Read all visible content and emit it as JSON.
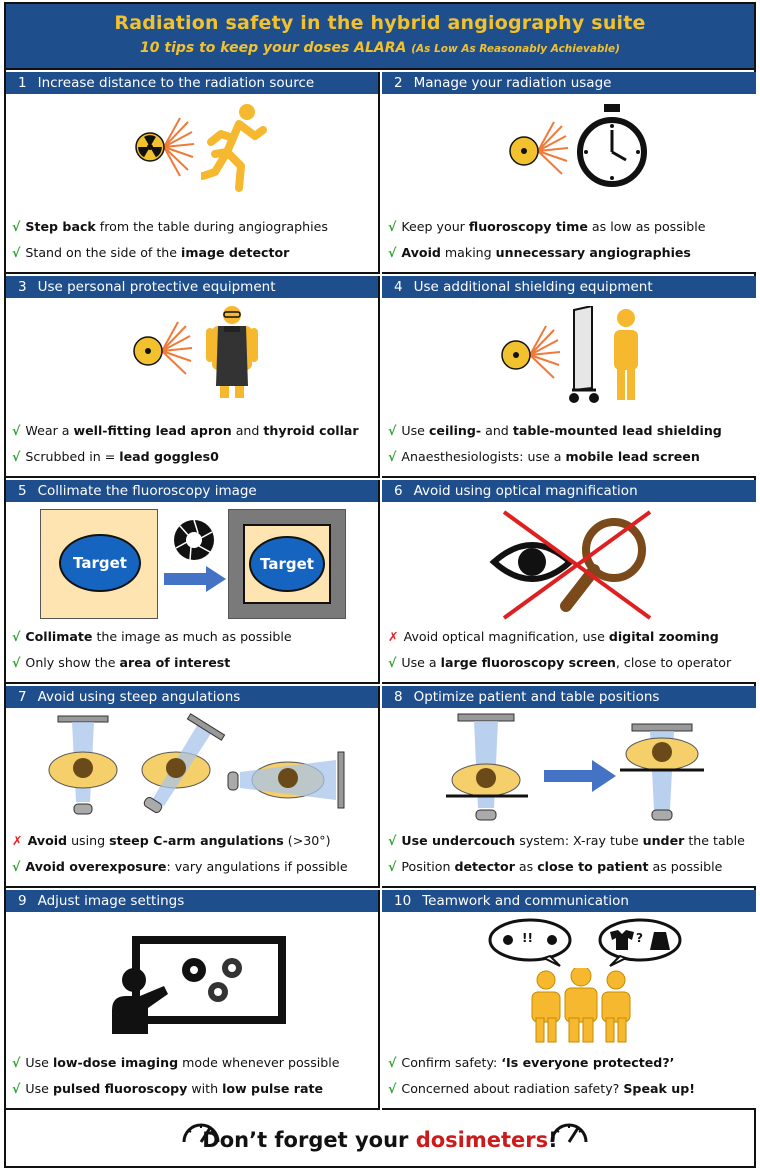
{
  "header": {
    "title": "Radiation safety in the hybrid angiography suite",
    "subtitle": "10 tips to keep your doses ALARA",
    "subtitle_small": "(As Low As Reasonably Achievable)"
  },
  "panels": [
    {
      "num": "1",
      "title": "Increase distance to the radiation source",
      "tips": [
        {
          "mark": "check",
          "parts": [
            [
              "Step back",
              true
            ],
            [
              " from the table during angiographies",
              false
            ]
          ]
        },
        {
          "mark": "check",
          "parts": [
            [
              "Stand on the side of the ",
              false
            ],
            [
              "image detector",
              true
            ]
          ]
        }
      ]
    },
    {
      "num": "2",
      "title": "Manage your radiation usage",
      "tips": [
        {
          "mark": "check",
          "parts": [
            [
              "Keep your ",
              false
            ],
            [
              "fluoroscopy time",
              true
            ],
            [
              " as low as possible",
              false
            ]
          ]
        },
        {
          "mark": "check",
          "parts": [
            [
              "Avoid",
              true
            ],
            [
              " making ",
              false
            ],
            [
              "unnecessary angiographies",
              true
            ]
          ]
        }
      ]
    },
    {
      "num": "3",
      "title": "Use personal protective equipment",
      "tips": [
        {
          "mark": "check",
          "parts": [
            [
              "Wear a ",
              false
            ],
            [
              "well-fitting lead apron",
              true
            ],
            [
              " and ",
              false
            ],
            [
              "thyroid collar",
              true
            ]
          ]
        },
        {
          "mark": "check",
          "parts": [
            [
              "Scrubbed in = ",
              false
            ],
            [
              "lead goggles0",
              true
            ]
          ]
        }
      ]
    },
    {
      "num": "4",
      "title": "Use additional shielding equipment",
      "tips": [
        {
          "mark": "check",
          "parts": [
            [
              "Use ",
              false
            ],
            [
              "ceiling-",
              true
            ],
            [
              " and ",
              false
            ],
            [
              "table-mounted lead shielding",
              true
            ]
          ]
        },
        {
          "mark": "check",
          "parts": [
            [
              "Anaesthesiologists: use a ",
              false
            ],
            [
              "mobile lead screen",
              true
            ]
          ]
        }
      ]
    },
    {
      "num": "5",
      "title": "Collimate the fluoroscopy image",
      "target_label": "Target",
      "tips": [
        {
          "mark": "check",
          "parts": [
            [
              "Collimate",
              true
            ],
            [
              " the image as much as possible",
              false
            ]
          ]
        },
        {
          "mark": "check",
          "parts": [
            [
              "Only show the ",
              false
            ],
            [
              "area of interest",
              true
            ]
          ]
        }
      ]
    },
    {
      "num": "6",
      "title": "Avoid using optical magnification",
      "tips": [
        {
          "mark": "cross",
          "parts": [
            [
              "Avoid optical magnification, use ",
              false
            ],
            [
              "digital zooming",
              true
            ]
          ]
        },
        {
          "mark": "check",
          "parts": [
            [
              "Use a ",
              false
            ],
            [
              "large fluoroscopy screen",
              true
            ],
            [
              ", close to operator",
              false
            ]
          ]
        }
      ]
    },
    {
      "num": "7",
      "title": "Avoid using steep angulations",
      "tips": [
        {
          "mark": "cross",
          "parts": [
            [
              "Avoid",
              true
            ],
            [
              " using ",
              false
            ],
            [
              "steep C-arm angulations",
              true
            ],
            [
              " (>30°)",
              false
            ]
          ]
        },
        {
          "mark": "check",
          "parts": [
            [
              "Avoid overexposure",
              true
            ],
            [
              ": vary angulations if possible",
              false
            ]
          ]
        }
      ]
    },
    {
      "num": "8",
      "title": "Optimize patient and table positions",
      "tips": [
        {
          "mark": "check",
          "parts": [
            [
              "Use undercouch",
              true
            ],
            [
              " system: X-ray tube ",
              false
            ],
            [
              "under",
              true
            ],
            [
              " the table",
              false
            ]
          ]
        },
        {
          "mark": "check",
          "parts": [
            [
              "Position ",
              false
            ],
            [
              "detector",
              true
            ],
            [
              " as ",
              false
            ],
            [
              "close to patient",
              true
            ],
            [
              " as possible",
              false
            ]
          ]
        }
      ]
    },
    {
      "num": "9",
      "title": "Adjust image settings",
      "tips": [
        {
          "mark": "check",
          "parts": [
            [
              "Use ",
              false
            ],
            [
              "low-dose imaging",
              true
            ],
            [
              " mode whenever possible",
              false
            ]
          ]
        },
        {
          "mark": "check",
          "parts": [
            [
              "Use ",
              false
            ],
            [
              "pulsed fluoroscopy",
              true
            ],
            [
              " with ",
              false
            ],
            [
              "low pulse rate",
              true
            ]
          ]
        }
      ]
    },
    {
      "num": "10",
      "title": "Teamwork and communication",
      "bubble_left": "!!",
      "bubble_right": "?",
      "tips": [
        {
          "mark": "check",
          "parts": [
            [
              "Confirm safety: ",
              false
            ],
            [
              "‘Is everyone protected?’",
              true
            ]
          ]
        },
        {
          "mark": "check",
          "parts": [
            [
              "Concerned about radiation safety? ",
              false
            ],
            [
              "Speak up!",
              true
            ]
          ]
        }
      ]
    }
  ],
  "footer": {
    "text_before": "Don’t forget your ",
    "highlight": "dosimeters",
    "text_after": "!"
  },
  "colors": {
    "header_blue": "#1f4e8c",
    "title_gold": "#f2c12e",
    "person_gold": "#f5b82e",
    "check_green": "#2aa12a",
    "cross_red": "#d22222",
    "target_blue": "#1565c0"
  }
}
